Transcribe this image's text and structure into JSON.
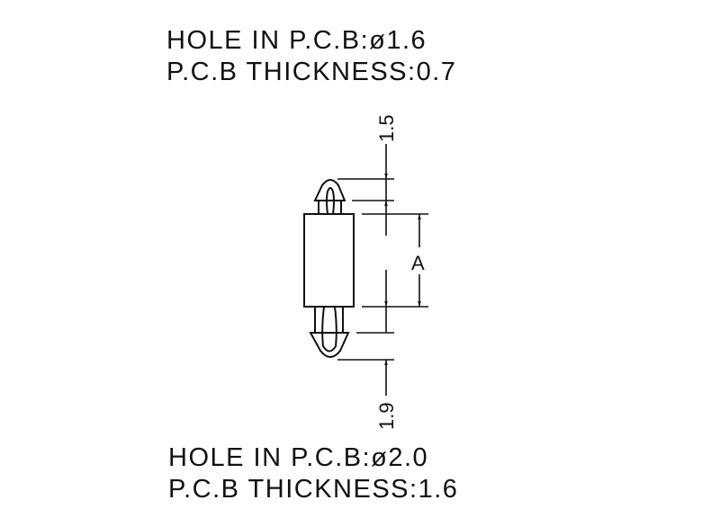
{
  "top_note": {
    "line1": "HOLE IN P.C.B:ø1.6",
    "line2": "P.C.B THICKNESS:0.7"
  },
  "bottom_note": {
    "line1": "HOLE IN P.C.B:ø2.0",
    "line2": "P.C.B THICKNESS:1.6"
  },
  "dimensions": {
    "top": "1.5",
    "middle": "A",
    "bottom": "1.9"
  }
}
